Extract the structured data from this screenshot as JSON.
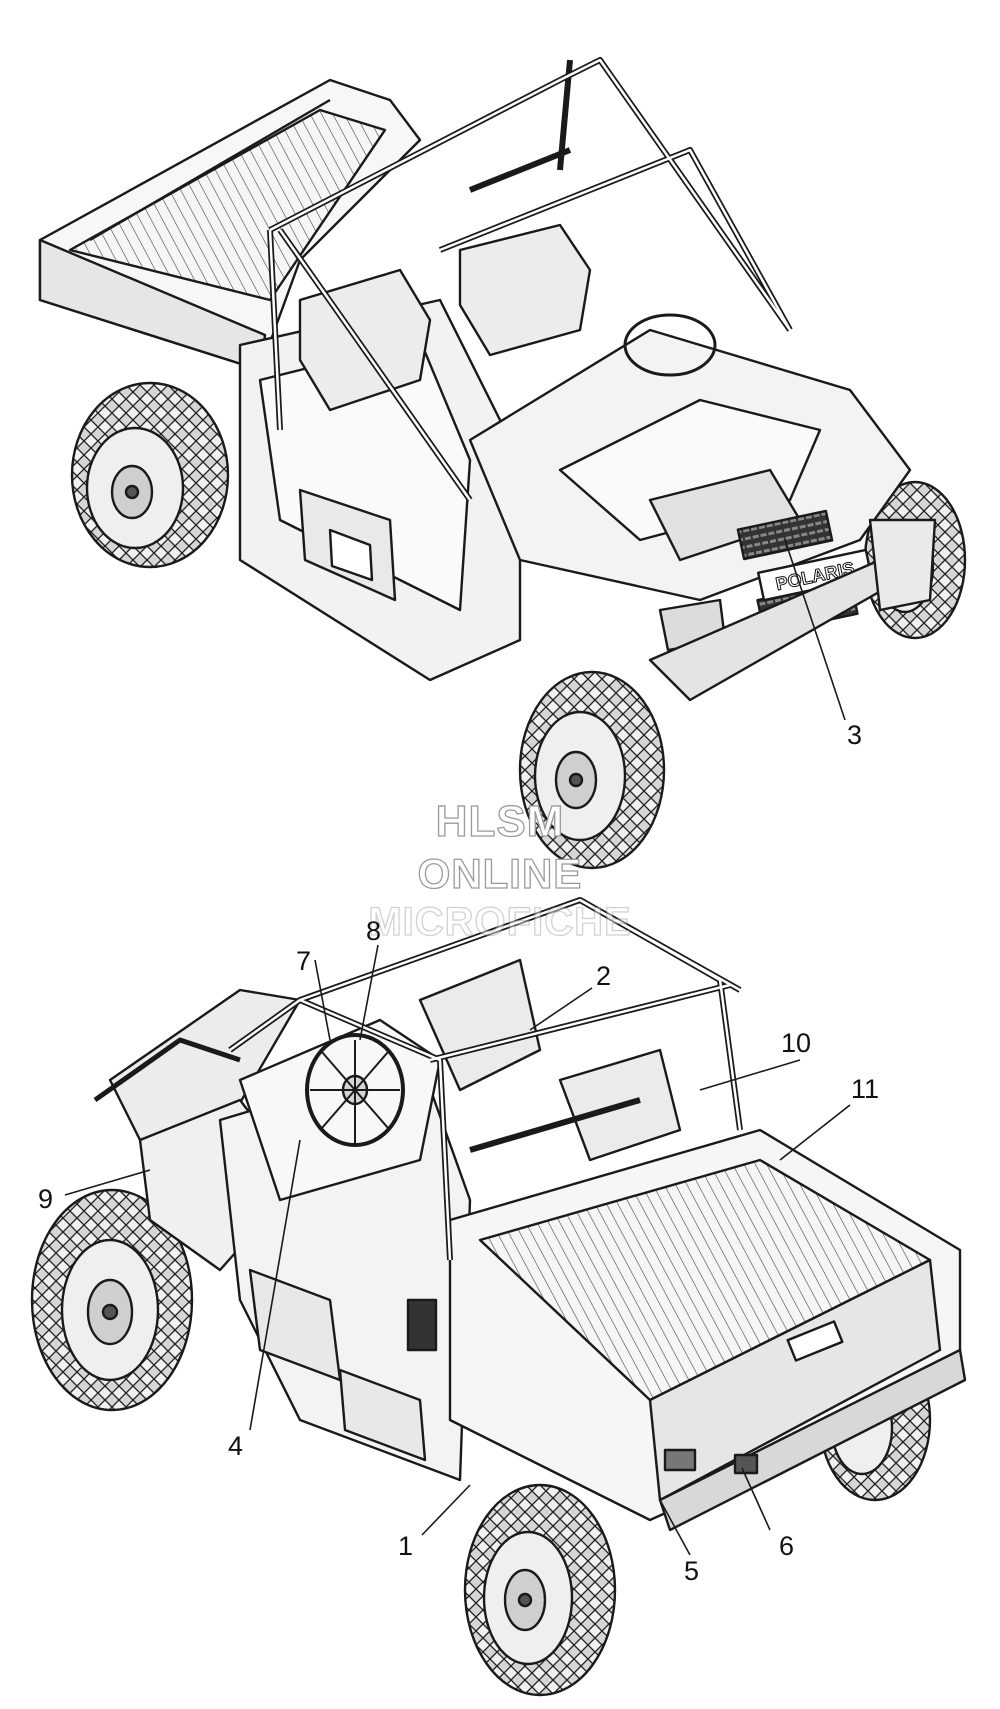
{
  "watermark": {
    "line1": "HLSM",
    "line2": "ONLINE",
    "line3": "MICROFICHE"
  },
  "brand_badge": "POLARIS",
  "callouts": [
    "1",
    "2",
    "3",
    "4",
    "5",
    "6",
    "7",
    "8",
    "9",
    "10",
    "11"
  ],
  "colors": {
    "line": "#1a1a1a",
    "fill": "#f4f4f4",
    "shade": "#d9d9d9",
    "tire": "#c8c8c8",
    "watermark_stroke": "#9a9a9a"
  }
}
